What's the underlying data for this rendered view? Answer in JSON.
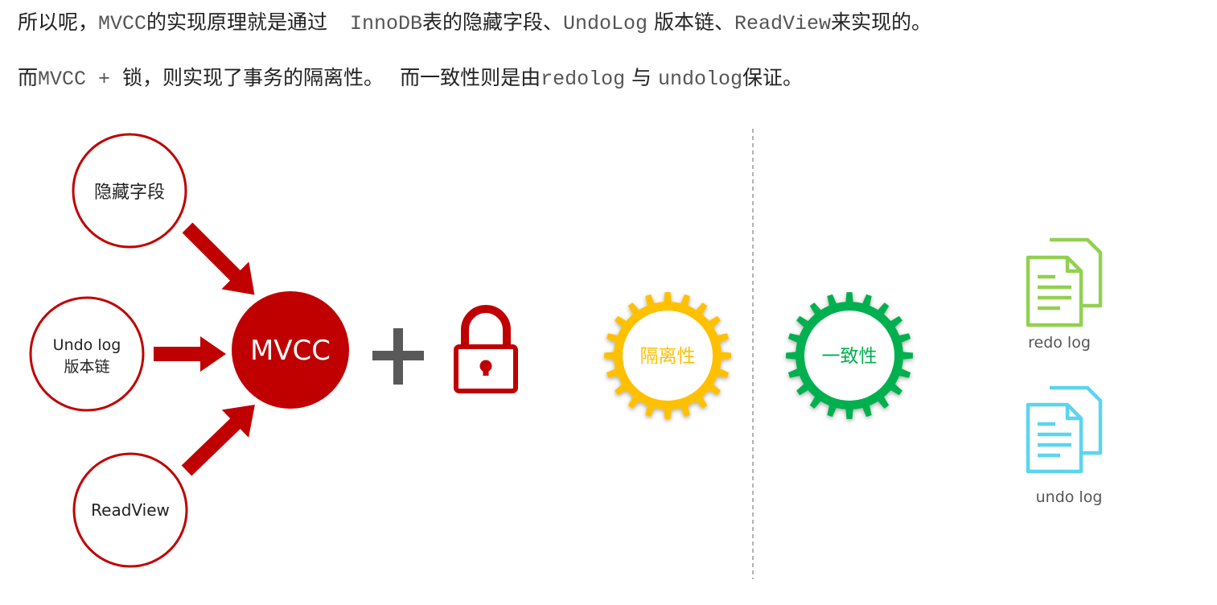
{
  "paragraph1": {
    "pre": "所以呢，",
    "mvcc": "MVCC",
    "mid1": "的实现原理就是通过 ",
    "innodb": "InnoDB",
    "mid2": "表的隐藏字段、",
    "undolog": "UndoLog",
    "mid3": " 版本链、",
    "readview": "ReadView",
    "post": "来实现的。"
  },
  "paragraph2": {
    "pre": "而",
    "code1": "MVCC + ",
    "mid1": "锁，则实现了事务的隔离性。",
    "mid2": "而一致性则是由",
    "redolog": "redolog",
    "mid3": " 与 ",
    "undolog": "undolog",
    "post": "保证。"
  },
  "diagram": {
    "hidden_fields": "隐藏字段",
    "undo_log_line1": "Undo log",
    "undo_log_line2": "版本链",
    "readview": "ReadView",
    "mvcc": "MVCC",
    "isolation": "隔离性",
    "consistency": "一致性",
    "redo_log": "redo log",
    "undo_log": "undo log"
  },
  "icons": {
    "plus": "plus-icon",
    "lock": "lock-icon",
    "isolation_gear": "gear-icon",
    "consistency_gear": "gear-icon",
    "redo_doc": "document-icon",
    "undo_doc": "document-icon"
  },
  "colors": {
    "red": "#c00000",
    "yellow": "#ffc000",
    "green": "#00b050",
    "light_green": "#92d050",
    "light_blue": "#5bd4f0",
    "gray": "#595959"
  }
}
